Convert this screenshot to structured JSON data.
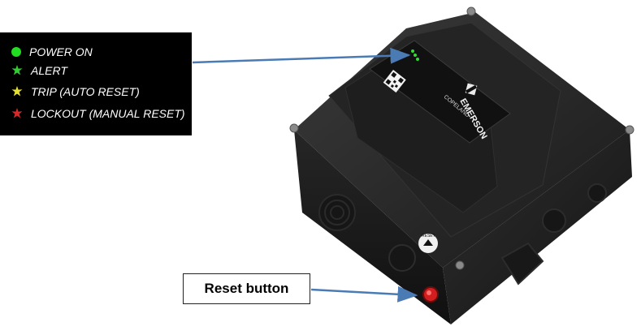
{
  "legend": {
    "items": [
      {
        "label": "POWER ON",
        "color": "#22dd22",
        "shape": "dot"
      },
      {
        "label": "ALERT",
        "color": "#33cc33",
        "shape": "star"
      },
      {
        "label": "TRIP (AUTO RESET)",
        "color": "#e8e030",
        "shape": "star"
      },
      {
        "label": "LOCKOUT (MANUAL RESET)",
        "color": "#d62a2a",
        "shape": "star"
      }
    ]
  },
  "callouts": {
    "reset_label": "Reset button"
  },
  "device": {
    "brand": "EMERSON",
    "product": "COPELAND",
    "reset_engraving": "RESET",
    "colors": {
      "body": "#1c1c1c",
      "lid": "#242424",
      "reset_button": "#d21e1e",
      "arrow": "#4a7bb5"
    }
  }
}
